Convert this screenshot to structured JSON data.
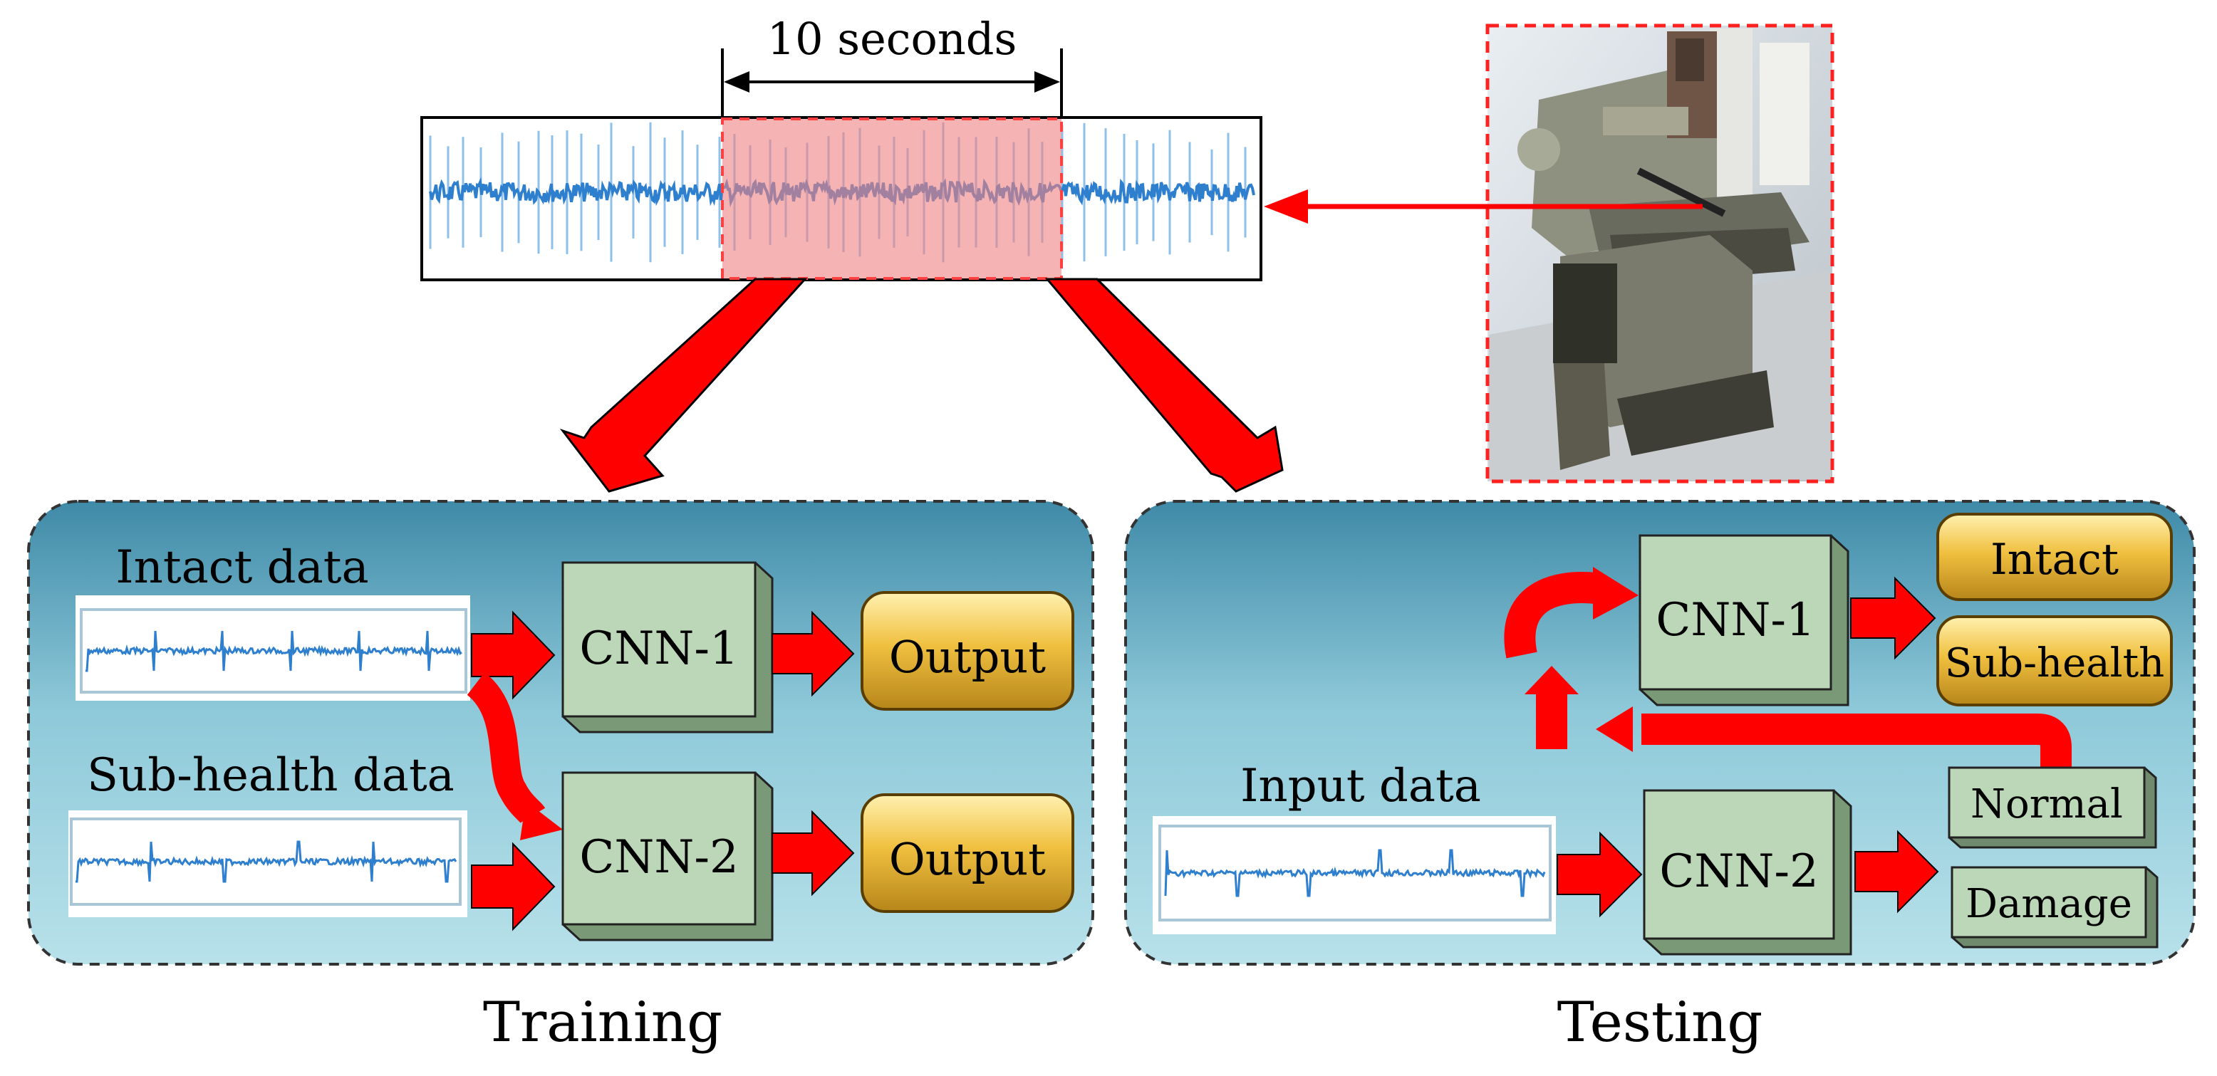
{
  "duration_label": "10 seconds",
  "training": {
    "caption": "Training",
    "intact_label": "Intact data",
    "subhealth_label": "Sub-health  data",
    "cnn1": "CNN-1",
    "cnn2": "CNN-2",
    "output1": "Output",
    "output2": "Output"
  },
  "testing": {
    "caption": "Testing",
    "input_label": "Input data",
    "cnn1": "CNN-1",
    "cnn2": "CNN-2",
    "intact": "Intact",
    "subhealth": "Sub-health",
    "normal": "Normal",
    "damage": "Damage"
  },
  "colors": {
    "arrow_red": "#ff0000",
    "panel_blue": "#5aa8c4",
    "cnn_green": "#bcd7b7",
    "output_gold": "#e0a92a",
    "signal_blue": "#2f7fcf",
    "highlight_pink": "#f4a0a0"
  }
}
